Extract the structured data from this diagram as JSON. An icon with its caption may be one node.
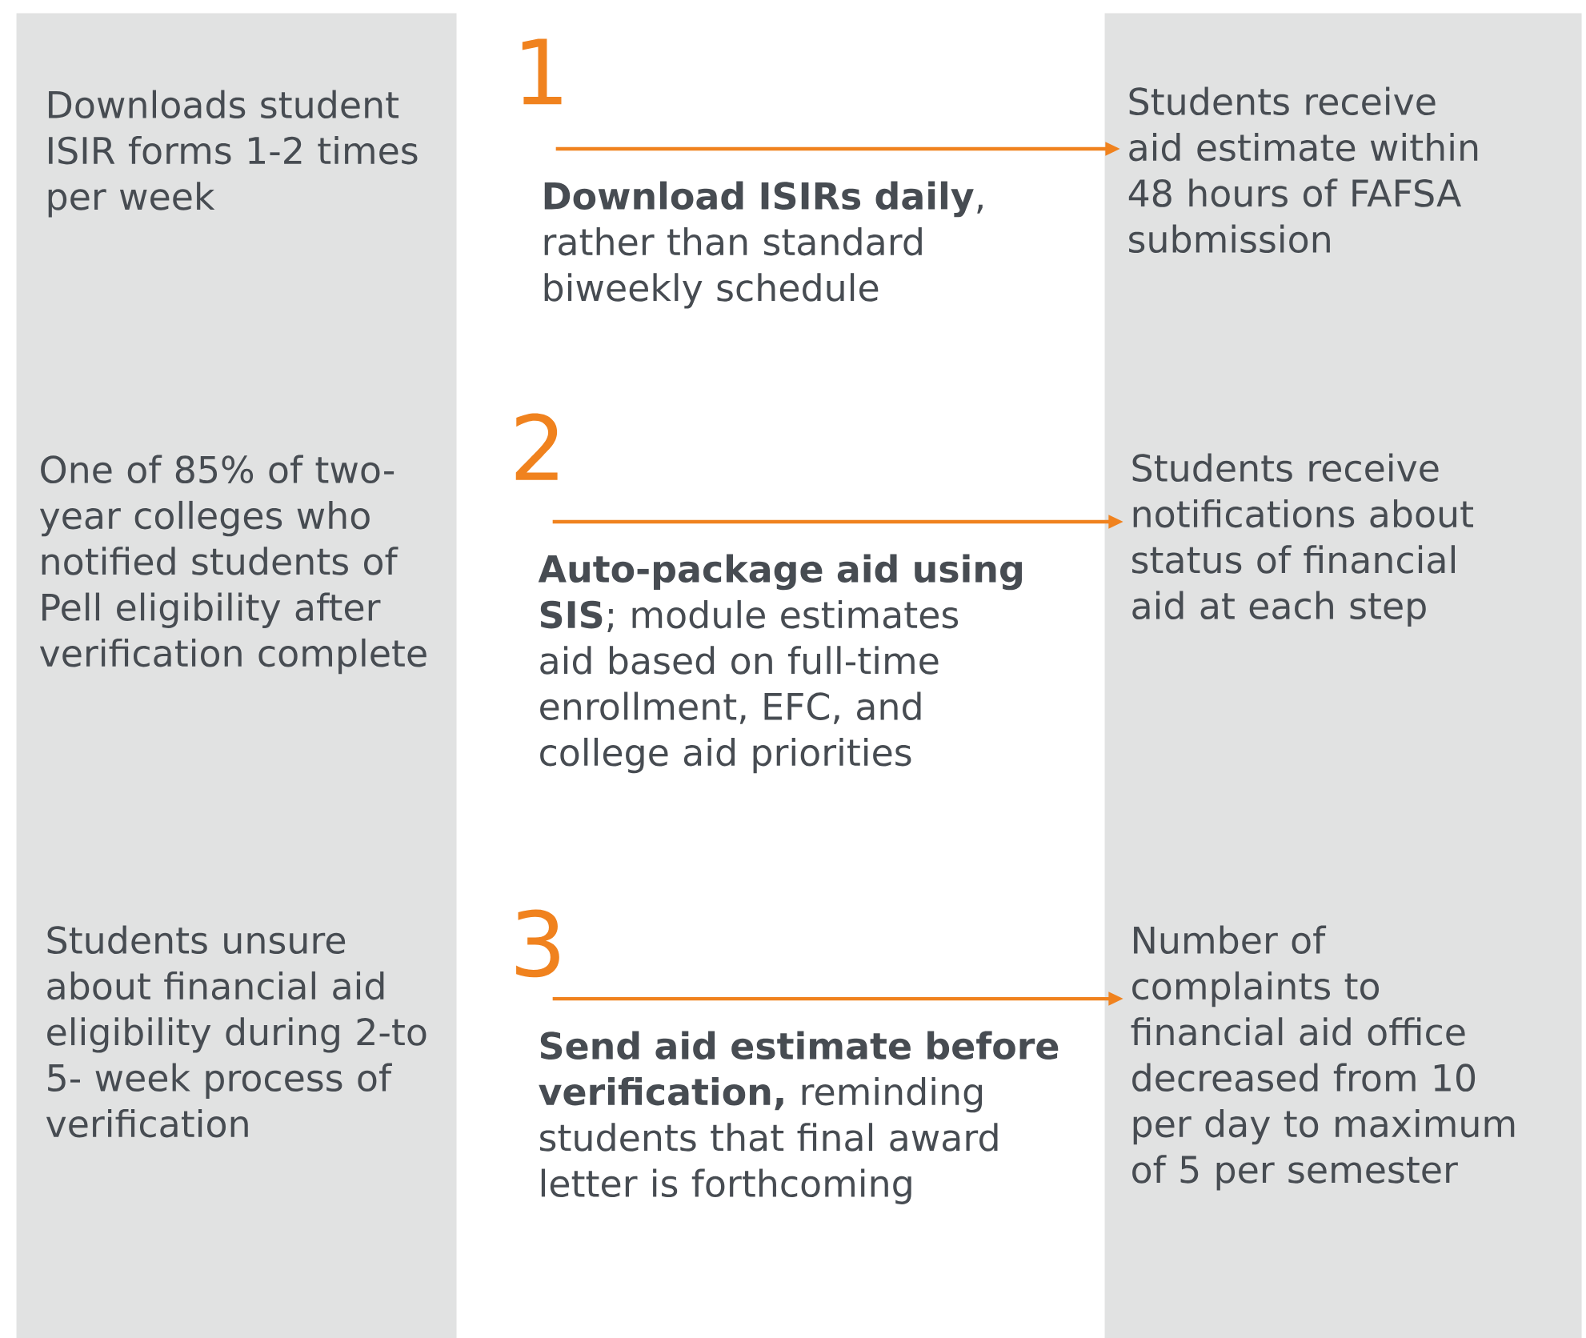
{
  "diagram": {
    "nodes": [
      {
        "text": [],
        "shape": "bar"
      },
      {
        "text": [
          "Downloads student ISIR forms 1-2 times per week"
        ],
        "in": 0
      },
      {
        "text": [
          "One of 85% of two-year colleges who notified students of Pell eligibility after verification complete"
        ],
        "in": 0
      },
      {
        "text": [
          "Students unsure about financial aid eligibility during 2-to 5- week process of verification"
        ],
        "in": 0
      },
      {
        "text": [],
        "shape": "bar"
      },
      {
        "text": [
          "Students receive aid estimate within 48 hours of FAFSA submission"
        ],
        "in": 4
      },
      {
        "text": [
          "Students receive notifications about status of financial aid at each step"
        ],
        "in": 4
      },
      {
        "text": [
          "Number of complaints to financial aid office decreased from 10 per day to maximum of 5 per semester"
        ],
        "in": 4
      },
      {
        "text": [
          "1",
          "**Download ISIRs daily**, rather than standard biweekly schedule"
        ]
      },
      {
        "text": [
          "2",
          "**Auto-package aid using SIS**; module estimates aid based on full-time enrollment, EFC, and college aid priorities"
        ]
      },
      {
        "text": [
          "3",
          "**Send aid estimate before verification,** reminding students that final award letter is forthcoming"
        ]
      }
    ],
    "edges": [
      {
        "from": 8,
        "to": 5,
        "arrow": "to",
        "color": "#f0821e"
      },
      {
        "from": 9,
        "to": 6,
        "arrow": "to",
        "color": "#f0821e"
      },
      {
        "from": 10,
        "to": 7,
        "arrow": "to",
        "color": "#f0821e"
      }
    ]
  }
}
